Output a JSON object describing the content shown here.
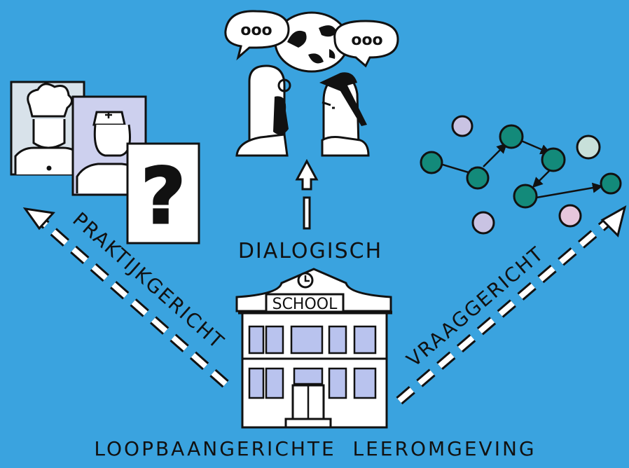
{
  "labels": {
    "praktijk": "PRAKTIJKGERICHT",
    "dialoog": "DIALOGISCH",
    "vraag": "VRAAGGERICHT",
    "school": "SCHOOL",
    "bottom": "LOOPBAANGERICHTE  LEEROMGEVING",
    "question_mark": "?",
    "bubble_left": "ooo",
    "bubble_right": "ooo"
  },
  "colors": {
    "background": "#3aa3df",
    "ink": "#111111",
    "node_teal": "#138a7a",
    "node_lavender": "#c9c3e3",
    "node_pink": "#e6c6dc",
    "node_mint": "#c8e0da",
    "window_blue": "#b9c3ee",
    "portrait_bg": "#d3dbe8"
  },
  "icons": [
    "chef-portrait-icon",
    "nurse-portrait-icon",
    "question-card-icon",
    "dialogue-people-icon",
    "network-nodes-icon",
    "school-building-icon",
    "clock-icon"
  ]
}
